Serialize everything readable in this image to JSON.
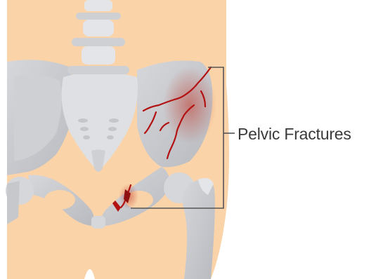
{
  "illustration": {
    "callout_label": "Pelvic Fractures"
  },
  "colors": {
    "skin": "#fad3a8",
    "bone": "#c7c8cc",
    "bone_light": "#e4e5e8",
    "bone_shadow": "#a9abb0",
    "fracture": "#b31212",
    "bracket": "#555555",
    "label": "#3a3a3a"
  },
  "icons": [
    "pelvis-illustration",
    "spine-icon",
    "hip-bone-icon",
    "femur-icon",
    "fracture-line-icon",
    "callout-bracket"
  ]
}
